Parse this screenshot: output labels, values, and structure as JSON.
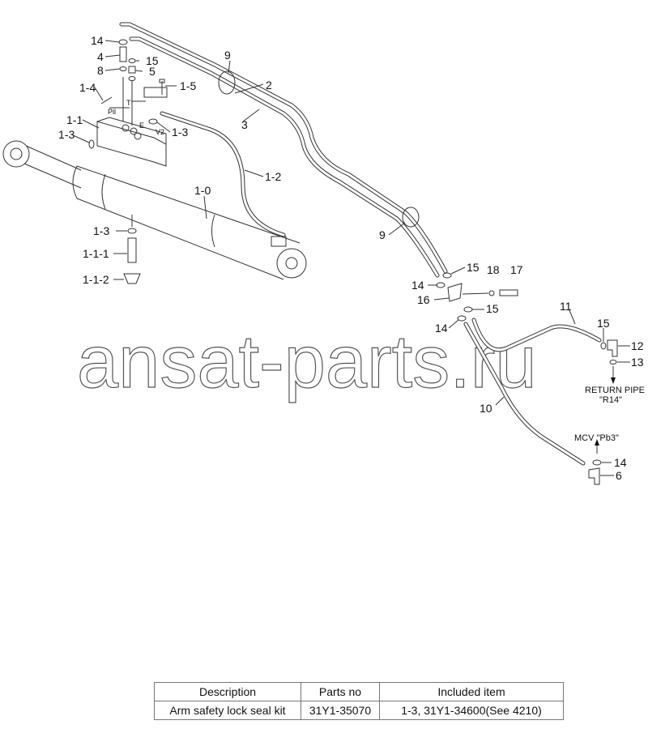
{
  "callouts": [
    "14",
    "4",
    "15",
    "8",
    "5",
    "1-5",
    "1-4",
    "9",
    "2",
    "3",
    "1-1",
    "1-3",
    "1-3",
    "1-2",
    "1-0",
    "9",
    "1-3",
    "1-1-1",
    "1-1-2",
    "15",
    "18",
    "17",
    "14",
    "16",
    "15",
    "11",
    "14",
    "15",
    "12",
    "13",
    "10",
    "14",
    "6"
  ],
  "port_marks": [
    "Pil",
    "T",
    "E",
    "V2"
  ],
  "notes": {
    "return_pipe": "RETURN PIPE",
    "return_pipe_port": "\"R14\"",
    "mcv": "MCV  \"Pb3\""
  },
  "watermark": "ansat-parts.ru",
  "table": {
    "headers": [
      "Description",
      "Parts no",
      "Included item"
    ],
    "rows": [
      [
        "Arm safety lock seal kit",
        "31Y1-35070",
        "1-3, 31Y1-34600(See 4210)"
      ]
    ]
  }
}
